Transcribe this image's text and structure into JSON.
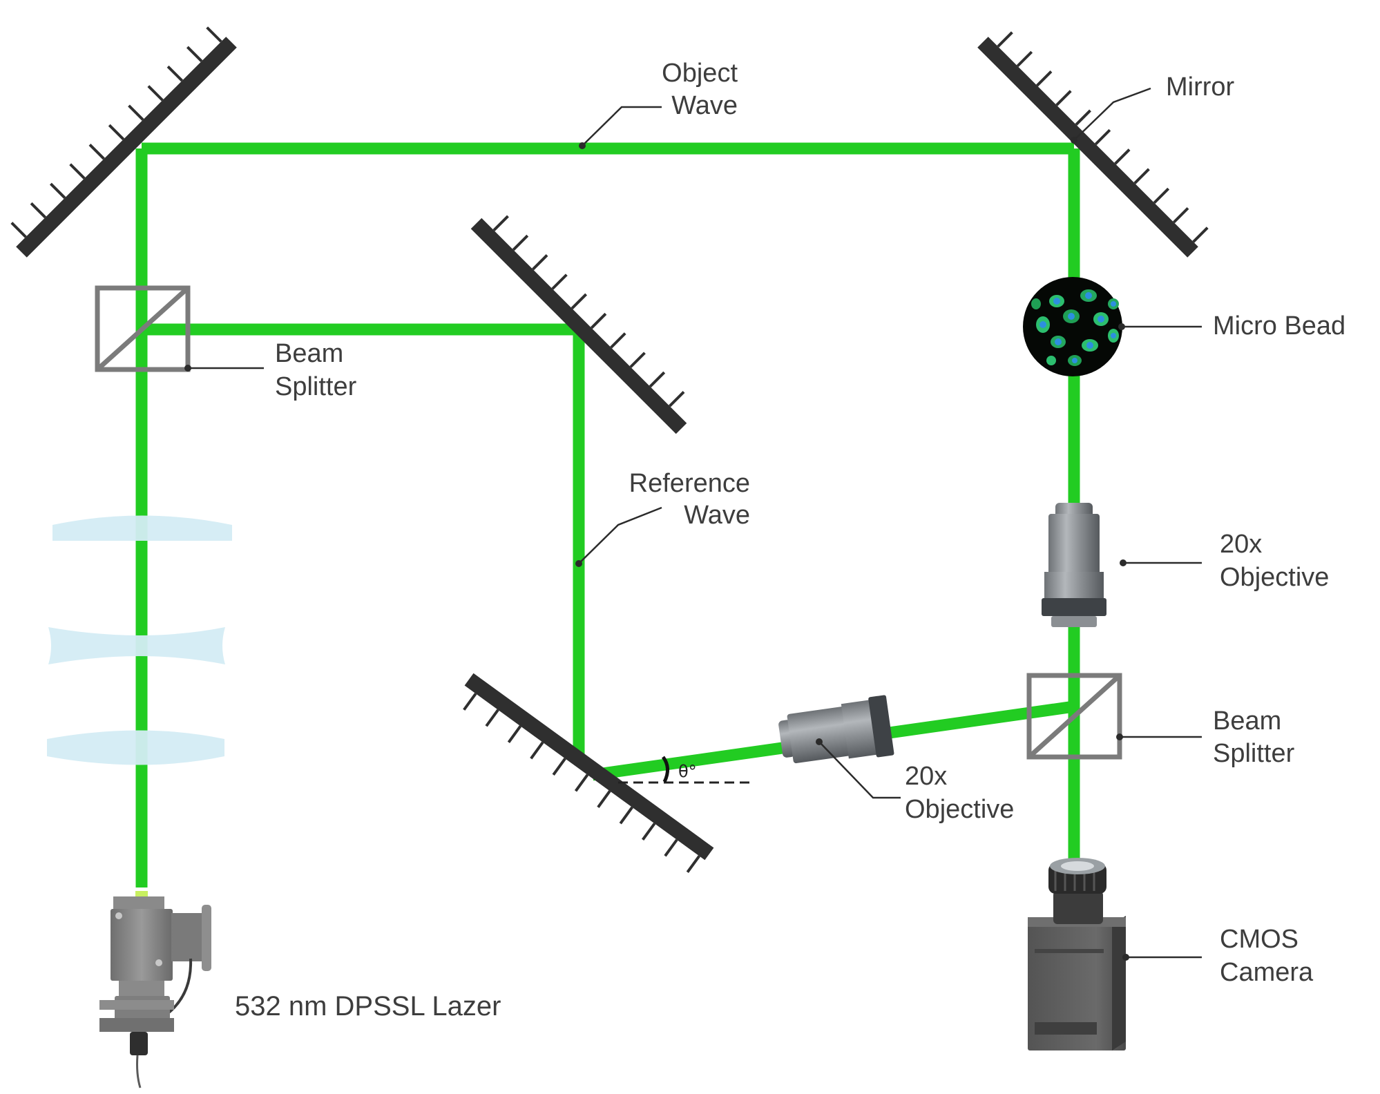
{
  "labels": {
    "object_wave_line1": "Object",
    "object_wave_line2": "Wave",
    "mirror": "Mirror",
    "micro_bead": "Micro Bead",
    "beam_splitter_left_line1": "Beam",
    "beam_splitter_left_line2": "Splitter",
    "reference_wave_line1": "Reference",
    "reference_wave_line2": "Wave",
    "objective_right_line1": "20x",
    "objective_right_line2": "Objective",
    "objective_bottom_line1": "20x",
    "objective_bottom_line2": "Objective",
    "beam_splitter_right_line1": "Beam",
    "beam_splitter_right_line2": "Splitter",
    "cmos_camera_line1": "CMOS",
    "cmos_camera_line2": "Camera",
    "laser": "532 nm DPSSL Lazer",
    "angle": "θ°"
  },
  "colors": {
    "beam": "#22cc22",
    "mirror": "#2f2f2f",
    "beam_splitter": "#7b7b7b",
    "lens": "#d4ecf4",
    "text": "#3d3d3d"
  },
  "icons": [
    "mirror-icon",
    "beam-splitter-icon",
    "lens-icon",
    "objective-icon",
    "micro-bead-icon",
    "camera-icon",
    "laser-icon"
  ]
}
